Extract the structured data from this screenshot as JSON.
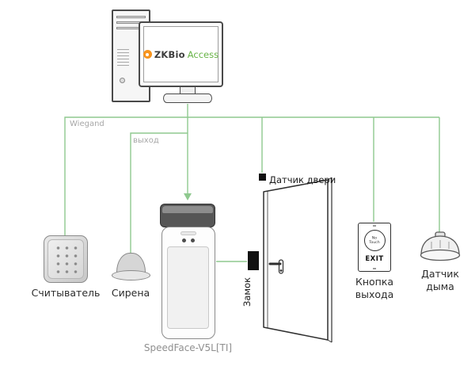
{
  "diagram": {
    "computer": {
      "screen_logo_prefix": "ZKBio",
      "screen_logo_suffix": "Access"
    },
    "wire_labels": {
      "wiegand": "Wiegand",
      "output": "выход"
    },
    "devices": {
      "reader": {
        "label": "Считыватель"
      },
      "siren": {
        "label": "Сирена"
      },
      "speedface": {
        "label": "SpeedFace-V5L[TI]"
      },
      "door_sensor": {
        "label": "Датчик двери"
      },
      "lock": {
        "label": "Замок"
      },
      "exit_button": {
        "label_line1": "Кнопка",
        "label_line2": "выхода",
        "face_text_top": "No Touch",
        "face_text_bottom": "EXIT"
      },
      "smoke_detector": {
        "label_line1": "Датчик",
        "label_line2": "дыма"
      }
    },
    "colors": {
      "wire_green": "#8fc98f",
      "brand_green": "#67b346",
      "brand_orange": "#f7941d",
      "marker_black": "#111111"
    }
  }
}
